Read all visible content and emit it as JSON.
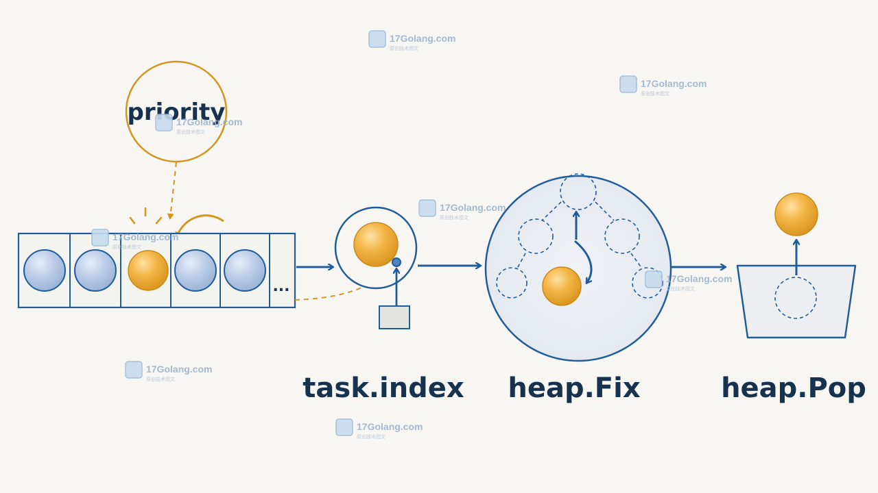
{
  "diagram": {
    "priority_label": "priority",
    "ellipsis": "...",
    "step_labels": [
      "task.index",
      "heap.Fix",
      "heap.Pop"
    ]
  },
  "watermark": {
    "text": "17Golang.com",
    "subtext": "原创技术图文",
    "icon": "17golang-logo-icon"
  },
  "colors": {
    "background": "#f7f6f2",
    "navy": "#1f5c99",
    "text": "#16324f",
    "orange": "#f0b040",
    "orange_dark": "#c98a1a",
    "blue_ball": "#b8cae6",
    "priority_stroke": "#d4951f",
    "panel_fill": "#e9edf3"
  }
}
